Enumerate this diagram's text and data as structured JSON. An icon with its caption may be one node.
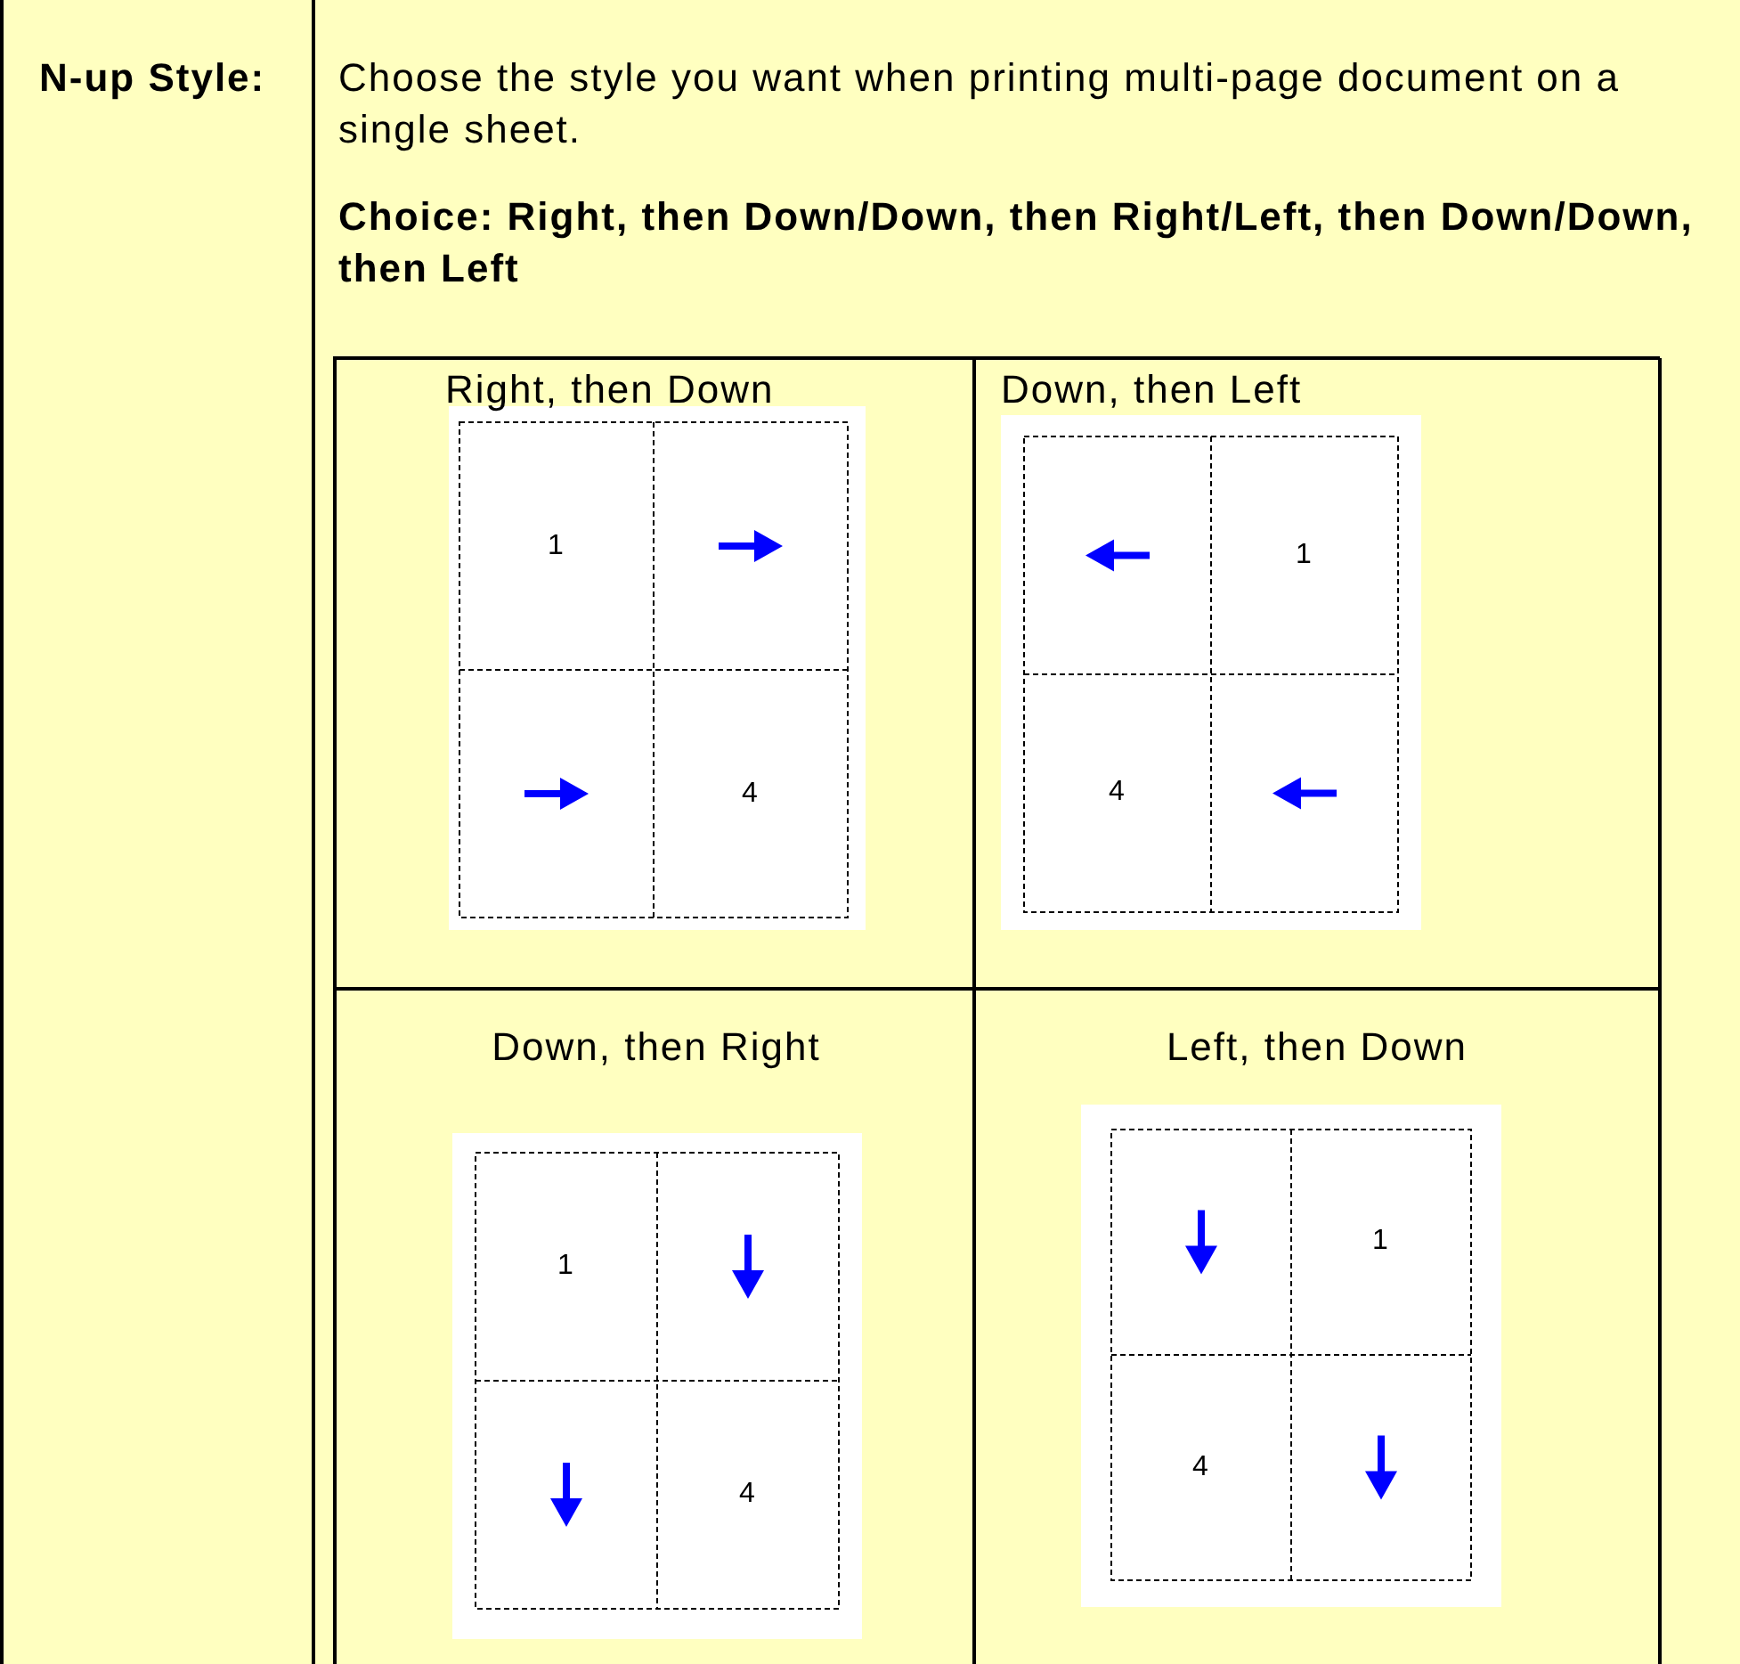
{
  "diagram": {
    "labels": [
      "N-up Style:",
      "Choose the style you want when printing multi-page document on a single sheet.",
      "Choice:   Right, then Down/Down, then Right/Left, then Down/Down, then Left",
      "Right, then Down",
      "1",
      "4",
      "Down, then Left",
      "1",
      "4",
      "Down, then Right",
      "1",
      "4",
      "Left, then Down",
      "1",
      "4"
    ]
  }
}
